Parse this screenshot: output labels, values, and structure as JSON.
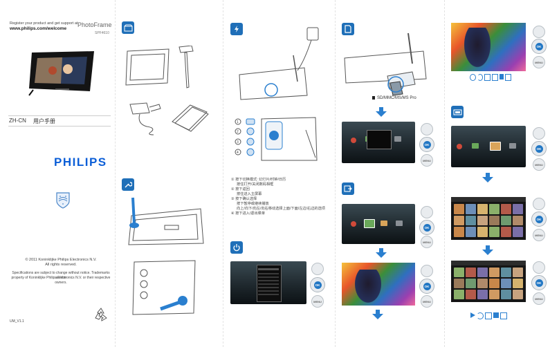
{
  "header": {
    "register_line1": "Register your product and get support at",
    "register_line2": "www.philips.com/welcome",
    "product_name": "PhotoFrame",
    "model": "SPF4610"
  },
  "language_bar": {
    "code": "ZH-CN",
    "title": "用户手册"
  },
  "brand": {
    "name": "PHILIPS",
    "color": "#0b5ed7"
  },
  "copyright": {
    "line1": "© 2011 Koninklijke Philips Electronics N.V.",
    "line2": "All rights reserved.",
    "line3": "Specifications are subject to change without notice. Trademarks are the",
    "line4": "property of Koninklijke Philips Electronics N.V. or their respective owners."
  },
  "footer_code": "UM_V1.1",
  "card_types": "SD/MMC/MS/MS Pro",
  "buttons_list": [
    {
      "num": "①",
      "text": "按下切换模式: 幻灯片/时钟/日历"
    },
    {
      "num": "",
      "text": "按住打开/关闭数码相框"
    },
    {
      "num": "②",
      "text": "按下返回"
    },
    {
      "num": "",
      "text": "按住进入主屏幕"
    },
    {
      "num": "③",
      "text": "按下确认选择"
    },
    {
      "num": "",
      "text": "按下暂停或继续播放"
    },
    {
      "num": "",
      "text": "向上/向下/向左/向右移动选择上面/下面/左边/右边的选项"
    },
    {
      "num": "④",
      "text": "按下进入/退出菜单"
    }
  ],
  "menu_labels": {
    "ok": "OK",
    "menu": "MENU"
  },
  "icons": {
    "box": "box-icon",
    "power_plug": "power-plug-icon",
    "card": "memory-card-icon",
    "wrench": "wrench-icon",
    "power": "power-icon",
    "slideshow": "slideshow-icon",
    "export": "export-icon",
    "recycle": "recycle-icon",
    "philips_shield": "philips-shield-icon"
  },
  "colors": {
    "badge_blue": "#1f6fb8",
    "arrow_blue": "#2a7fcf",
    "ok_blue": "#2277c4"
  }
}
